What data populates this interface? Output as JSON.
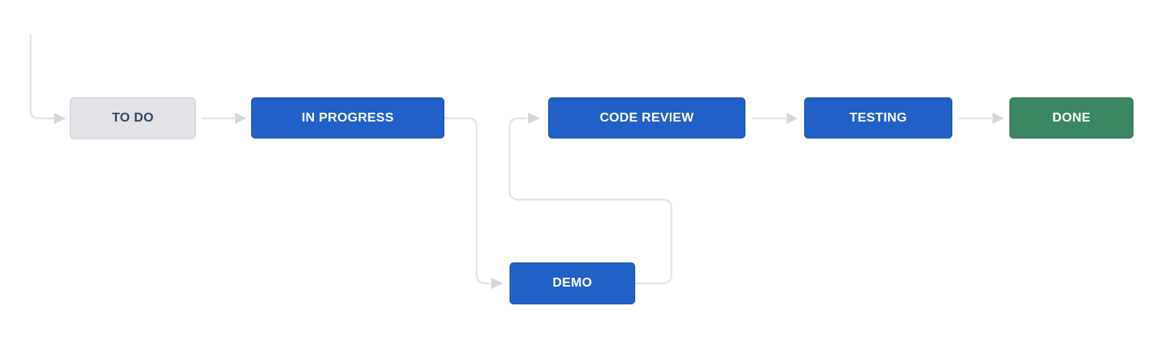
{
  "diagram": {
    "kind": "workflow-status-diagram",
    "background_color": "#FFFFFF",
    "connector_line_color": "#E3E5E9",
    "connector_arrow_color": "#D4D6DB",
    "category_colors": {
      "new": "#E1E3E7",
      "indeterminate": "#2160C7",
      "done": "#3A8660"
    },
    "nodes": [
      {
        "id": "to-do",
        "label": "TO DO",
        "category": "new",
        "bg": "#E1E3E7",
        "text_color": "#344563"
      },
      {
        "id": "in-progress",
        "label": "IN PROGRESS",
        "category": "indeterminate",
        "bg": "#2160C7",
        "text_color": "#FFFFFF"
      },
      {
        "id": "code-review",
        "label": "CODE REVIEW",
        "category": "indeterminate",
        "bg": "#2160C7",
        "text_color": "#FFFFFF"
      },
      {
        "id": "testing",
        "label": "TESTING",
        "category": "indeterminate",
        "bg": "#2160C7",
        "text_color": "#FFFFFF"
      },
      {
        "id": "done",
        "label": "DONE",
        "category": "done",
        "bg": "#3A8660",
        "text_color": "#FFFFFF"
      },
      {
        "id": "demo",
        "label": "DEMO",
        "category": "indeterminate",
        "bg": "#2160C7",
        "text_color": "#FFFFFF"
      }
    ],
    "transitions": [
      {
        "from": "start",
        "to": "to-do"
      },
      {
        "from": "to-do",
        "to": "in-progress"
      },
      {
        "from": "in-progress",
        "to": "demo"
      },
      {
        "from": "demo",
        "to": "code-review"
      },
      {
        "from": "code-review",
        "to": "testing"
      },
      {
        "from": "testing",
        "to": "done"
      }
    ]
  }
}
